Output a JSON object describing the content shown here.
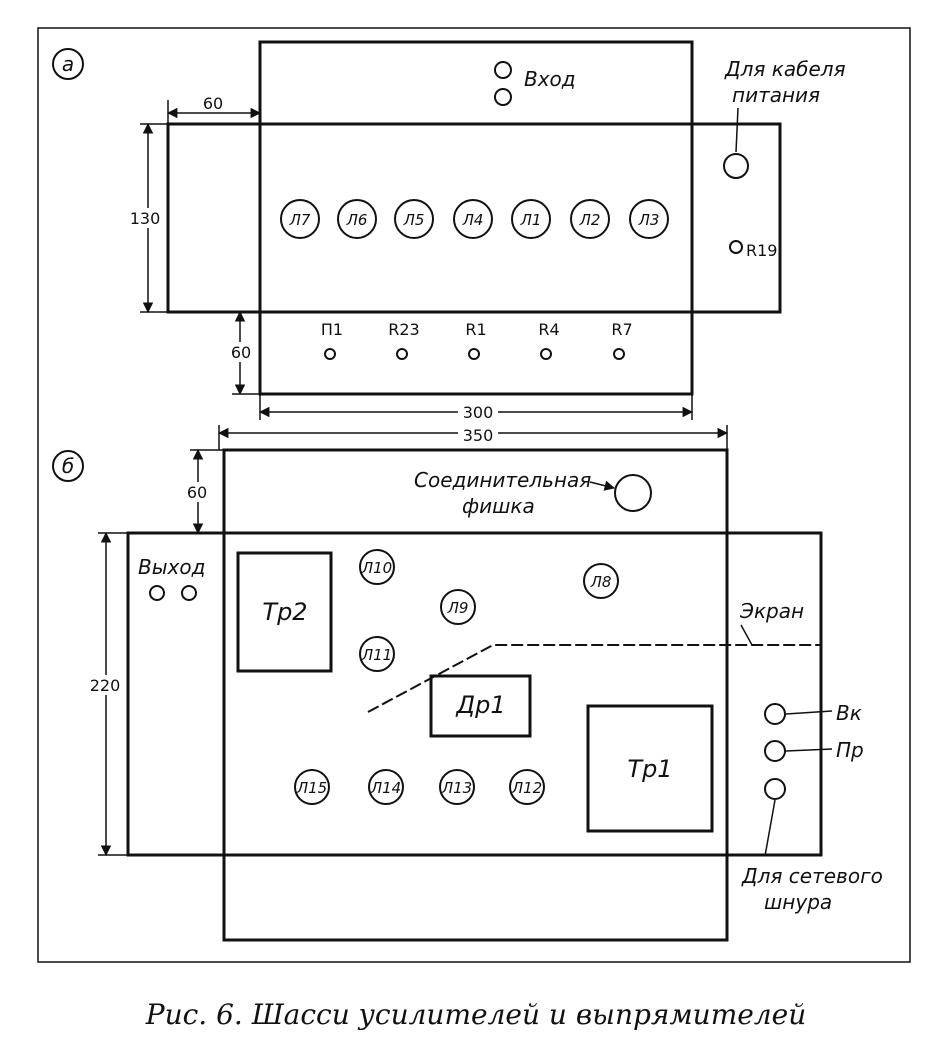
{
  "panel_a": {
    "label": "а",
    "input_label": "Вход",
    "power_cable_label_line1": "Для кабеля",
    "power_cable_label_line2": "питания",
    "tubes": [
      "Л7",
      "Л6",
      "Л5",
      "Л4",
      "Л1",
      "Л2",
      "Л3"
    ],
    "resistor_side": "R19",
    "bottom_parts": [
      "П1",
      "R23",
      "R1",
      "R4",
      "R7"
    ],
    "dims": {
      "flap_top": "60",
      "height": "130",
      "flap_bottom": "60",
      "width": "300"
    }
  },
  "panel_b": {
    "label": "б",
    "dims": {
      "width": "350",
      "flap_top": "60",
      "height": "220"
    },
    "connector_label_line1": "Соединительная",
    "connector_label_line2": "фишка",
    "output_label": "Выход",
    "tr2": "Тр2",
    "tr1": "Тр1",
    "dr1": "Др1",
    "screen_label": "Экран",
    "tubes_upper": [
      "Л10",
      "Л9",
      "Л8"
    ],
    "tube_mid": "Л11",
    "tubes_lower": [
      "Л15",
      "Л14",
      "Л13",
      "Л12"
    ],
    "switches": [
      "Вк",
      "Пр"
    ],
    "mains_label_line1": "Для сетевого",
    "mains_label_line2": "шнура"
  },
  "caption": "Рис. 6. Шасси усилителей и выпрямителей"
}
